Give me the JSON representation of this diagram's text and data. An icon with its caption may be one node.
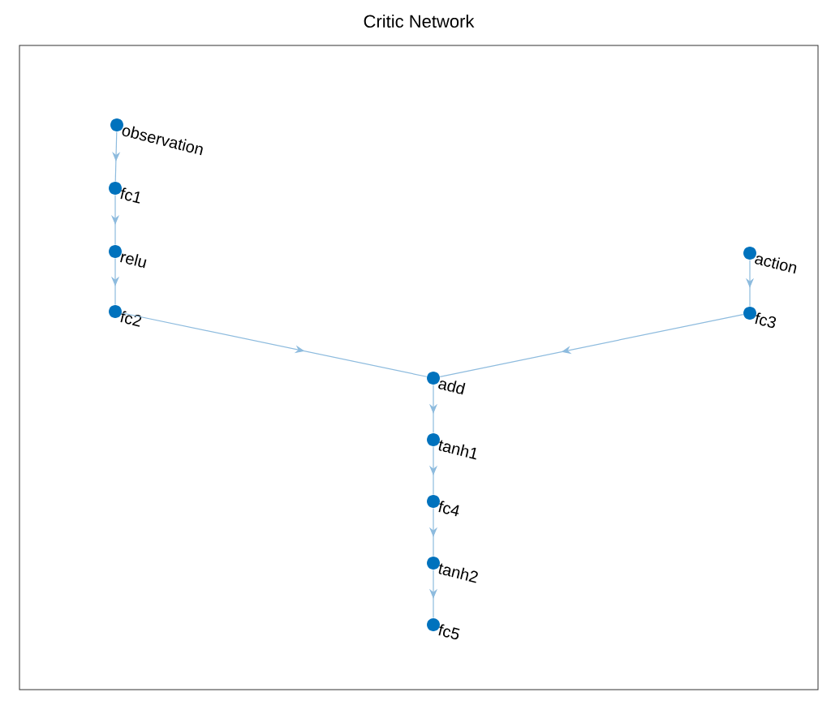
{
  "diagram": {
    "title": "Critic Network",
    "nodes": [
      {
        "text": [
          "observation"
        ]
      },
      {
        "text": [
          "fc1"
        ]
      },
      {
        "text": [
          "relu"
        ]
      },
      {
        "text": [
          "fc2"
        ]
      },
      {
        "text": [
          "action"
        ]
      },
      {
        "text": [
          "fc3"
        ]
      },
      {
        "text": [
          "add"
        ]
      },
      {
        "text": [
          "tanh1"
        ]
      },
      {
        "text": [
          "fc4"
        ]
      },
      {
        "text": [
          "tanh2"
        ]
      },
      {
        "text": [
          "fc5"
        ]
      }
    ],
    "edges": [
      {
        "from": 0,
        "to": 1,
        "arrow": "to"
      },
      {
        "from": 1,
        "to": 2,
        "arrow": "to"
      },
      {
        "from": 2,
        "to": 3,
        "arrow": "to"
      },
      {
        "from": 3,
        "to": 6,
        "arrow": "to"
      },
      {
        "from": 4,
        "to": 5,
        "arrow": "to"
      },
      {
        "from": 5,
        "to": 6,
        "arrow": "to"
      },
      {
        "from": 6,
        "to": 7,
        "arrow": "to"
      },
      {
        "from": 7,
        "to": 8,
        "arrow": "to"
      },
      {
        "from": 8,
        "to": 9,
        "arrow": "to"
      },
      {
        "from": 9,
        "to": 10,
        "arrow": "to"
      }
    ]
  }
}
